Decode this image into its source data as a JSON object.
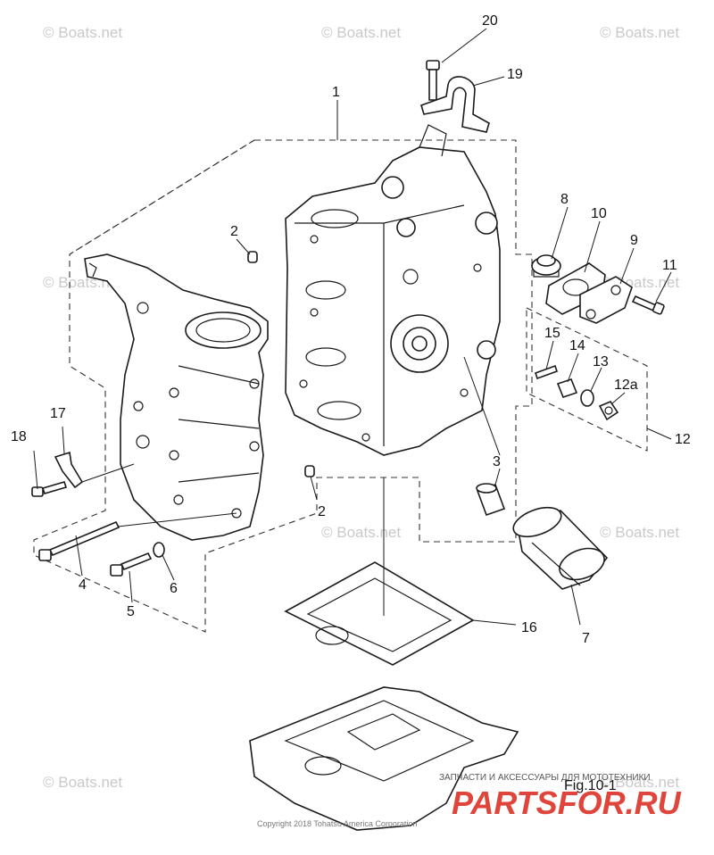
{
  "watermark": "© Boats.net",
  "callouts": {
    "c1": "1",
    "c2a": "2",
    "c2b": "2",
    "c3": "3",
    "c4": "4",
    "c5": "5",
    "c6": "6",
    "c7": "7",
    "c8": "8",
    "c9": "9",
    "c10": "10",
    "c11": "11",
    "c12": "12",
    "c12a": "12a",
    "c13": "13",
    "c14": "14",
    "c15": "15",
    "c16": "16",
    "c17": "17",
    "c18": "18",
    "c19": "19",
    "c20": "20"
  },
  "figure_label": "Fig.10-1",
  "copyright": "Copyright 2018 Tohatsu America Corporation",
  "brand_tagline": "ЗАПЧАСТИ И АКСЕССУАРЫ ДЛЯ МОТОТЕХНИКИ",
  "brand_name": "PARTSFOR.RU",
  "colors": {
    "brand": "#e0453b",
    "line": "#1a1a1a",
    "watermark": "#c9c9c9"
  }
}
